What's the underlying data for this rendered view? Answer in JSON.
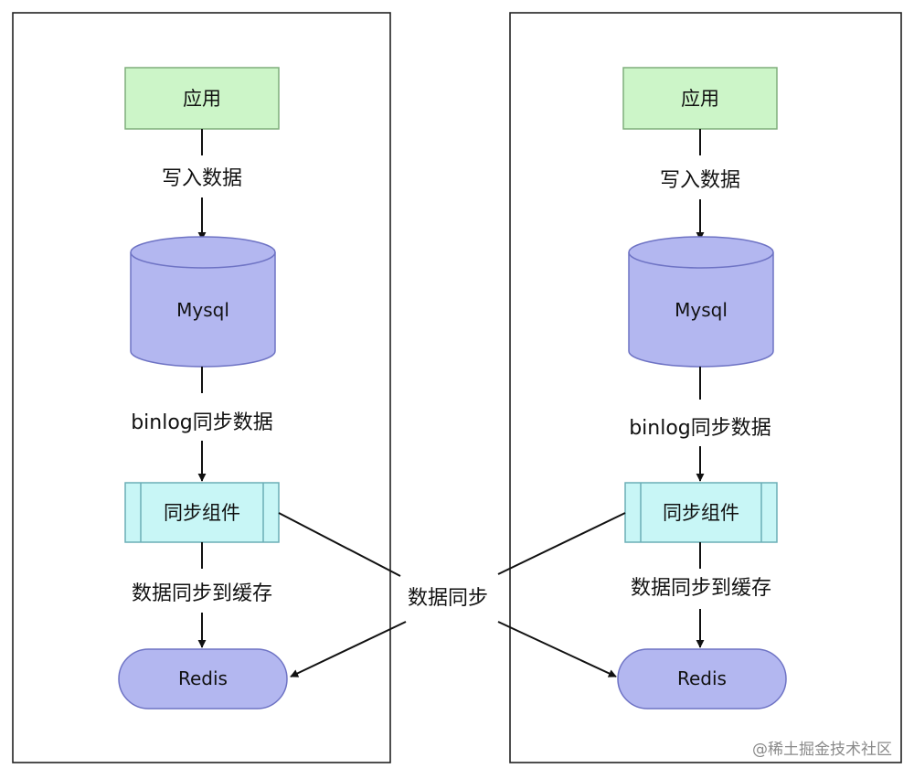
{
  "panels": [
    {
      "app_label": "应用",
      "write_label": "写入数据",
      "db_label": "Mysql",
      "binlog_label": "binlog同步数据",
      "sync_component_label": "同步组件",
      "sync_to_cache_label": "数据同步到缓存",
      "cache_label": "Redis"
    },
    {
      "app_label": "应用",
      "write_label": "写入数据",
      "db_label": "Mysql",
      "binlog_label": "binlog同步数据",
      "sync_component_label": "同步组件",
      "sync_to_cache_label": "数据同步到缓存",
      "cache_label": "Redis"
    }
  ],
  "cross_sync_label": "数据同步",
  "watermark": "@稀土掘金技术社区",
  "colors": {
    "app_fill": "#ccf5c8",
    "app_stroke": "#7fae7b",
    "db_fill": "#b3b7f0",
    "db_stroke": "#6e73c4",
    "sync_fill": "#c8f6f6",
    "sync_stroke": "#6aaeb6",
    "cache_fill": "#b3b7f0",
    "cache_stroke": "#6e73c4",
    "line": "#111111"
  }
}
